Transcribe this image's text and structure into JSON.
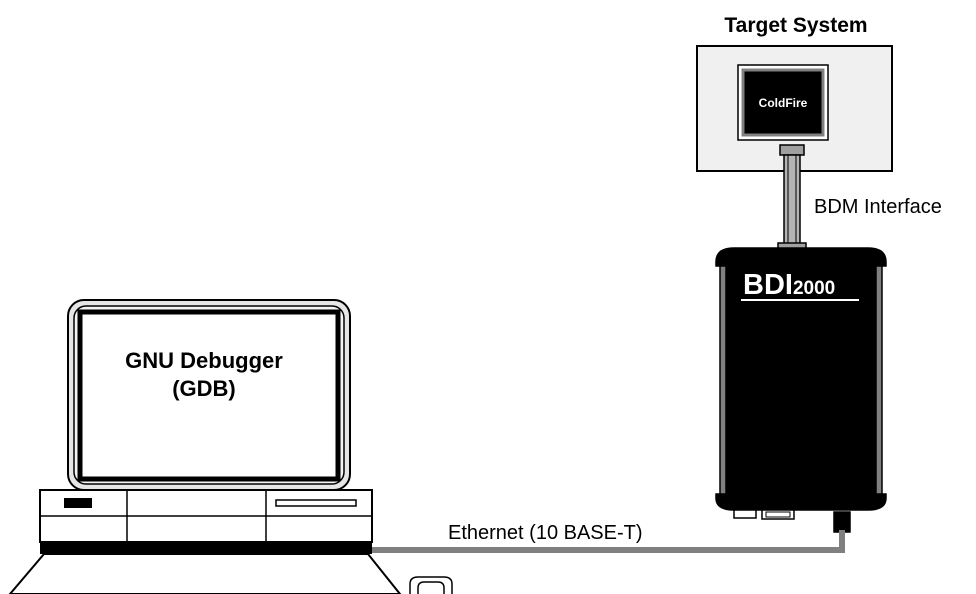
{
  "target": {
    "title": "Target System",
    "chip_label": "ColdFire"
  },
  "bdm": {
    "label": "BDM Interface"
  },
  "bdi": {
    "brand": "BDI",
    "model": "2000"
  },
  "pc": {
    "screen_line1": "GNU Debugger",
    "screen_line2": "(GDB)"
  },
  "network": {
    "label": "Ethernet (10 BASE-T)"
  },
  "colors": {
    "ink": "#000000",
    "paper": "#ffffff",
    "cable": "#808080",
    "panel": "#f0f0f0",
    "bezel": "#e6e6e6"
  }
}
